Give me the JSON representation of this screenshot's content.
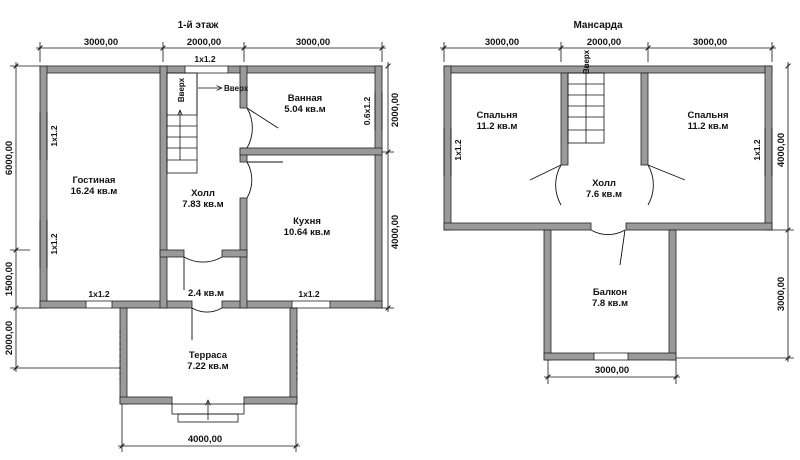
{
  "floor1": {
    "title": "1-й этаж",
    "dims": {
      "top_left": "3000,00",
      "top_mid": "2000,00",
      "top_right": "3000,00",
      "left_upper": "6000,00",
      "left_mid": "1500,00",
      "left_lower": "2000,00",
      "right_upper": "2000,00",
      "right_lower": "4000,00",
      "bottom": "4000,00"
    },
    "rooms": {
      "living": {
        "name": "Гостиная",
        "area": "16.24 кв.м"
      },
      "hall": {
        "name": "Холл",
        "area": "7.83 кв.м"
      },
      "bath": {
        "name": "Ванная",
        "area": "5.04 кв.м"
      },
      "kitchen": {
        "name": "Кухня",
        "area": "10.64 кв.м"
      },
      "vestibule": {
        "area": "2.4 кв.м"
      },
      "terrace": {
        "name": "Терраса",
        "area": "7.22 кв.м"
      }
    },
    "windows": {
      "top": "1x1.2",
      "left_upper": "1x1.2",
      "left_lower": "1x1.2",
      "bottom_left": "1x1.2",
      "bottom_right": "1x1.2",
      "bath": "0.6x1.2"
    },
    "stair": {
      "up_vertical": "Вверх",
      "up_horizontal": "Вверх"
    }
  },
  "floor2": {
    "title": "Мансарда",
    "dims": {
      "top_left": "3000,00",
      "top_mid": "2000,00",
      "top_right": "3000,00",
      "right_upper": "4000,00",
      "right_lower": "3000,00",
      "bottom": "3000,00"
    },
    "rooms": {
      "bed_left": {
        "name": "Спальня",
        "area": "11.2 кв.м"
      },
      "bed_right": {
        "name": "Спальня",
        "area": "11.2 кв.м"
      },
      "hall": {
        "name": "Холл",
        "area": "7.6 кв.м"
      },
      "balcony": {
        "name": "Балкон",
        "area": "7.8 кв.м"
      }
    },
    "windows": {
      "left": "1x1.2",
      "right": "1x1.2"
    },
    "stair": {
      "up_vertical": "Вверх"
    }
  },
  "colors": {
    "wall_fill": "#9a9a9a",
    "wall_stroke": "#222222",
    "line": "#111111"
  }
}
